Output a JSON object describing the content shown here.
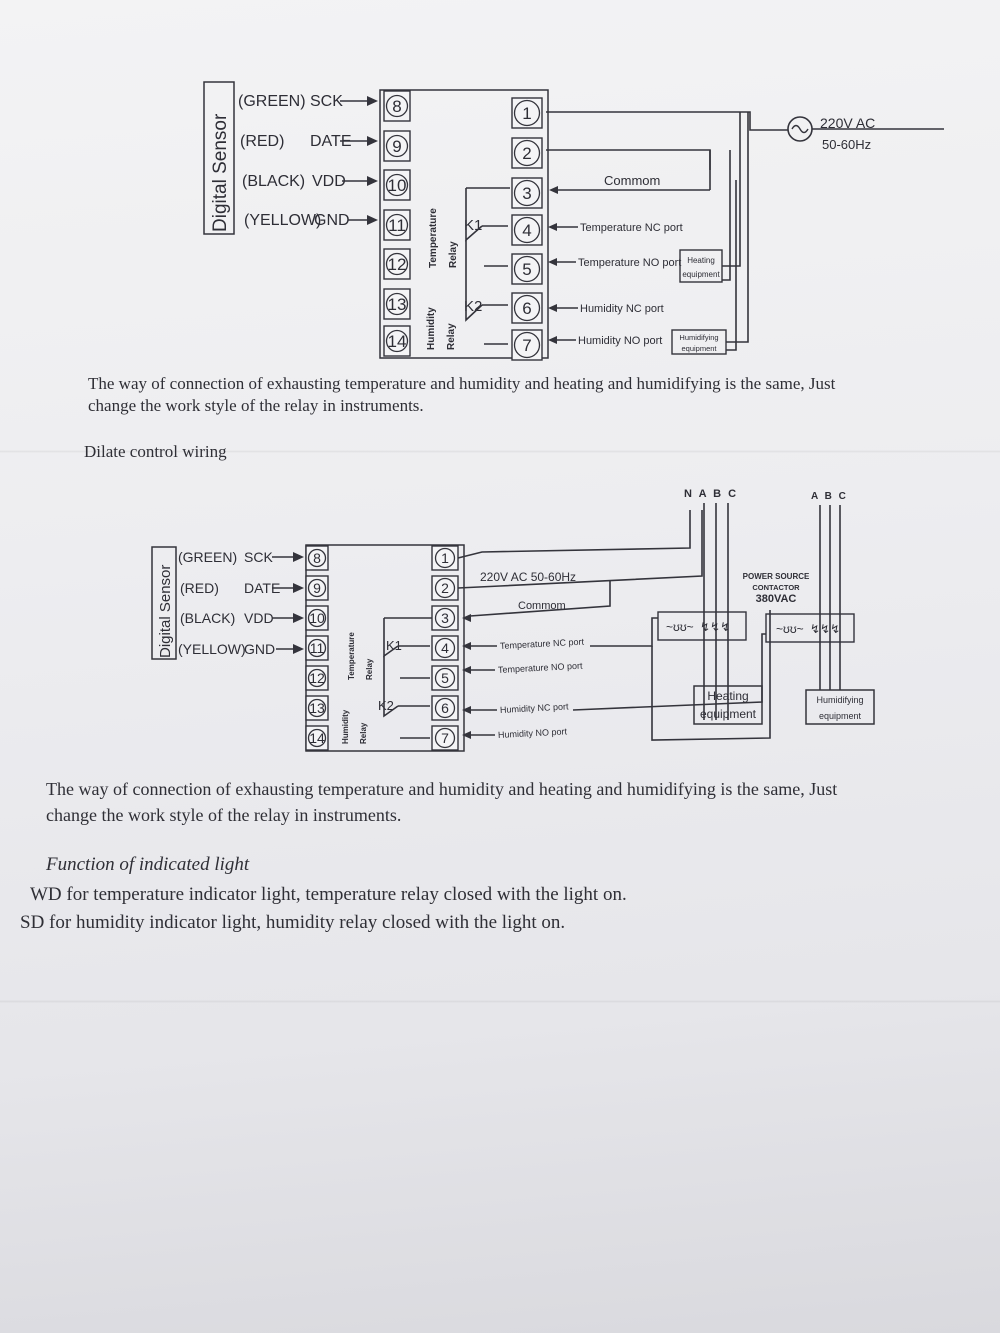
{
  "diagram1": {
    "sensor_label": "Digital Sensor",
    "wires": [
      {
        "color": "(GREEN)",
        "signal": "SCK",
        "terminal": "8"
      },
      {
        "color": "(RED)",
        "signal": "DATE",
        "terminal": "9"
      },
      {
        "color": "(BLACK)",
        "signal": "VDD",
        "terminal": "10"
      },
      {
        "color": "(YELLOW)",
        "signal": "GND",
        "terminal": "11"
      }
    ],
    "left_terminals": [
      "8",
      "9",
      "10",
      "11",
      "12",
      "13",
      "14"
    ],
    "right_terminals": [
      "1",
      "2",
      "3",
      "4",
      "5",
      "6",
      "7"
    ],
    "relay_labels": [
      "Temperature",
      "Relay",
      "Humidity",
      "Relay"
    ],
    "relay_k1": "K1",
    "relay_k2": "K2",
    "power_line1": "220V AC",
    "power_line2": "50-60Hz",
    "commom": "Commom",
    "ports": [
      "Temperature NC port",
      "Temperature NO port",
      "Humidity NC port",
      "Humidity NO port"
    ],
    "heating_box": [
      "Heating",
      "equipment"
    ],
    "humidifying_box": [
      "Humidifying",
      "equipment"
    ]
  },
  "paragraph1_line1": "The way of connection of exhausting temperature and humidity and heating and humidifying is the same, Just",
  "paragraph1_line2": "change the work style of the relay in instruments.",
  "dilate_heading": "Dilate control wiring",
  "diagram2": {
    "sensor_label": "Digital Sensor",
    "wires": [
      {
        "color": "(GREEN)",
        "signal": "SCK",
        "terminal": "8"
      },
      {
        "color": "(RED)",
        "signal": "DATE",
        "terminal": "9"
      },
      {
        "color": "(BLACK)",
        "signal": "VDD",
        "terminal": "10"
      },
      {
        "color": "(YELLOW)",
        "signal": "GND",
        "terminal": "11"
      }
    ],
    "left_terminals": [
      "8",
      "9",
      "10",
      "11",
      "12",
      "13",
      "14"
    ],
    "right_terminals": [
      "1",
      "2",
      "3",
      "4",
      "5",
      "6",
      "7"
    ],
    "relay_labels": [
      "Temperature",
      "Relay",
      "Humidity",
      "Relay"
    ],
    "relay_k1": "K1",
    "relay_k2": "K2",
    "power": "220V AC  50-60Hz",
    "commom": "Commom",
    "ports": [
      "Temperature NC port",
      "Temperature NO port",
      "Humidity NC port",
      "Humidity NO port"
    ],
    "phases_left": "N A B C",
    "phases_right": "A B C",
    "contactor": [
      "POWER SOURCE",
      "CONTACTOR",
      "380VAC"
    ],
    "heating_box": [
      "Heating",
      "equipment"
    ],
    "humidifying_box": [
      "Humidifying",
      "equipment"
    ]
  },
  "paragraph2_line1": "The way of connection of exhausting temperature and humidity and heating and humidifying is the same, Just",
  "paragraph2_line2": "change the work style of the relay in instruments.",
  "function_title": "Function of indicated light",
  "wd_line": "WD for temperature indicator light, temperature relay closed with the light on.",
  "sd_line": "SD for humidity indicator light, humidity relay closed with the light on."
}
